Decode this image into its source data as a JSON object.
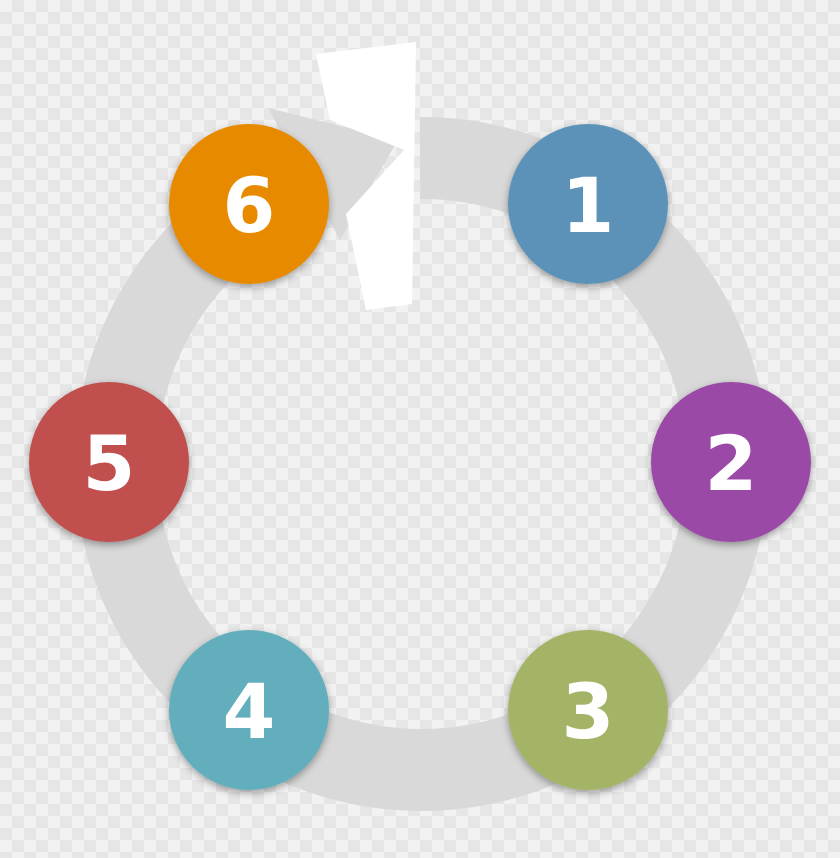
{
  "ring": {
    "color": "#d9d9d9",
    "arrow_icon": "arrow-head-icon"
  },
  "nodes": [
    {
      "label": "1",
      "color": "#5b92b8"
    },
    {
      "label": "2",
      "color": "#9b4aa6"
    },
    {
      "label": "3",
      "color": "#a4b466"
    },
    {
      "label": "4",
      "color": "#62aebd"
    },
    {
      "label": "5",
      "color": "#c0504d"
    },
    {
      "label": "6",
      "color": "#e88a00"
    }
  ]
}
